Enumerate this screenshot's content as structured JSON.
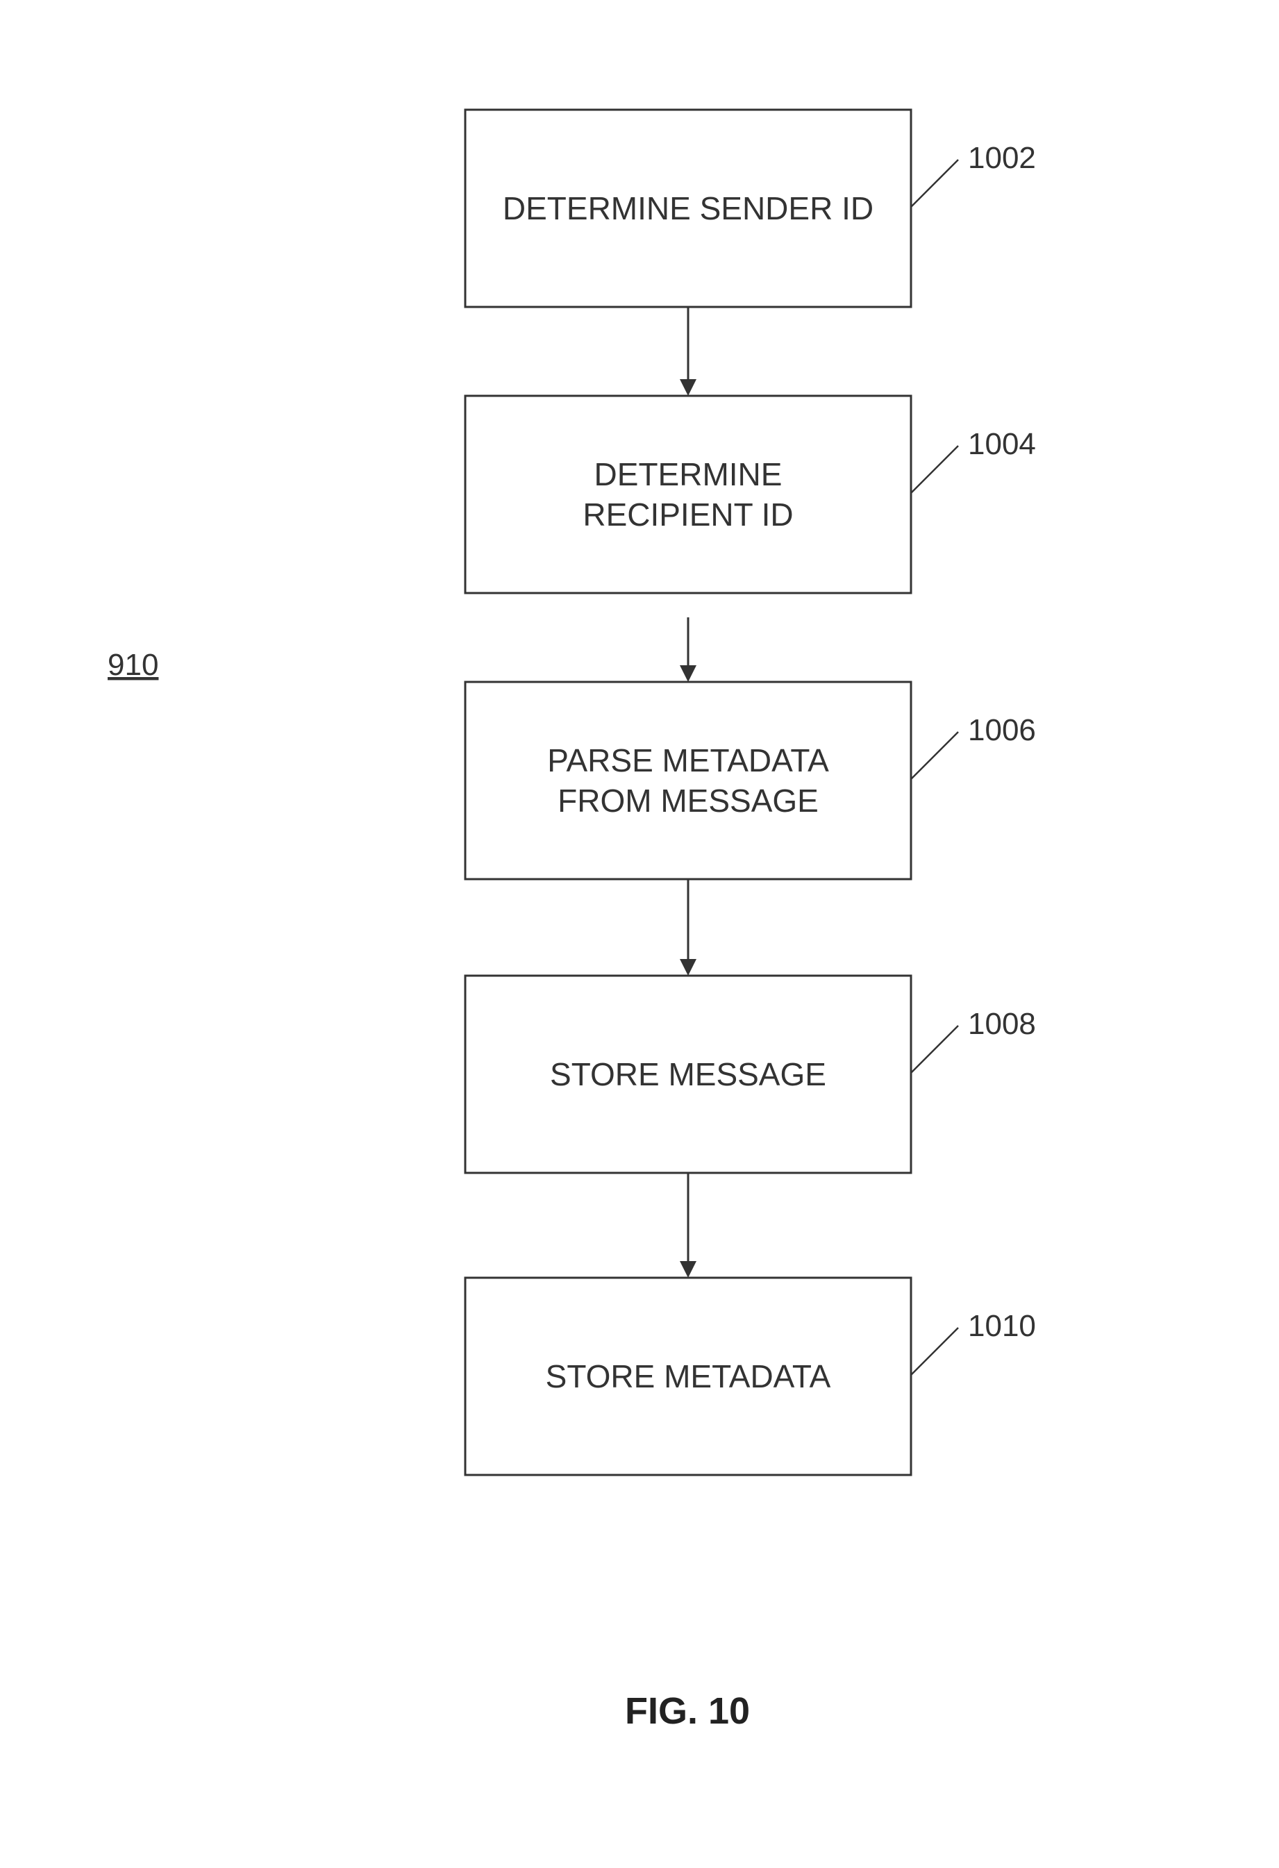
{
  "diagram_label": "910",
  "figure_caption": "FIG. 10",
  "steps": [
    {
      "ref": "1002",
      "lines": [
        "DETERMINE SENDER ID"
      ]
    },
    {
      "ref": "1004",
      "lines": [
        "DETERMINE",
        "RECIPIENT ID"
      ]
    },
    {
      "ref": "1006",
      "lines": [
        "PARSE METADATA",
        "FROM MESSAGE"
      ]
    },
    {
      "ref": "1008",
      "lines": [
        "STORE MESSAGE"
      ]
    },
    {
      "ref": "1010",
      "lines": [
        "STORE METADATA"
      ]
    }
  ],
  "connections": [
    {
      "from": "1002",
      "to": "1004"
    },
    {
      "from": "1004",
      "to": "1006"
    },
    {
      "from": "1006",
      "to": "1008"
    },
    {
      "from": "1008",
      "to": "1010"
    }
  ]
}
